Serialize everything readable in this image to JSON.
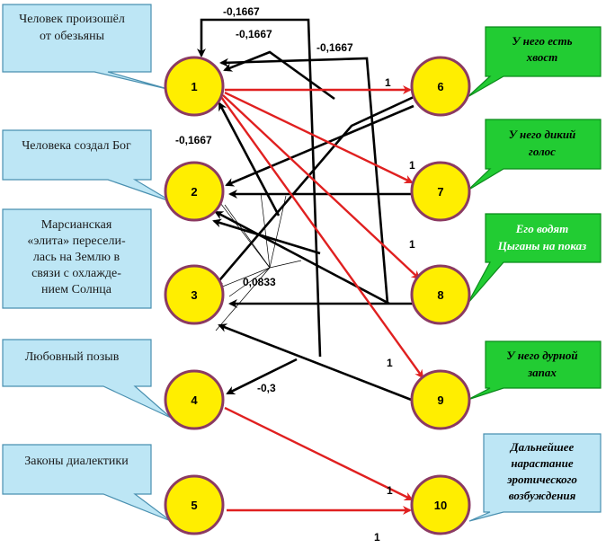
{
  "left_boxes": [
    {
      "id": "box-1",
      "lines": [
        "Человек произошёл",
        "от обезьяны"
      ]
    },
    {
      "id": "box-2",
      "lines": [
        "Человека создал Бог"
      ]
    },
    {
      "id": "box-3",
      "lines": [
        "Марсианская",
        "«элита» пересели-",
        "лась на Землю в",
        "связи с охлажде-",
        "нием Солнца"
      ]
    },
    {
      "id": "box-4",
      "lines": [
        "Любовный позыв"
      ]
    },
    {
      "id": "box-5",
      "lines": [
        "Законы диалектики"
      ]
    }
  ],
  "right_boxes": [
    {
      "id": "box-6",
      "lines": [
        "У него есть",
        "хвост"
      ]
    },
    {
      "id": "box-7",
      "lines": [
        "У него дикий",
        "голос"
      ]
    },
    {
      "id": "box-8",
      "lines": [
        "Его водят",
        "Цыганы на показ"
      ]
    },
    {
      "id": "box-9",
      "lines": [
        "У него дурной",
        "запах"
      ]
    },
    {
      "id": "box-10",
      "lines": [
        "Дальнейшее",
        "нарастание",
        "эротического",
        "возбуждения"
      ]
    }
  ],
  "nodes": [
    "1",
    "2",
    "3",
    "4",
    "5",
    "6",
    "7",
    "8",
    "9",
    "10"
  ],
  "weights": {
    "w_top1": "-0,1667",
    "w_top2": "-0,1667",
    "w_top3": "-0,1667",
    "w_left": "-0,1667",
    "w_mid": "0,0833",
    "w_4": "-0,3",
    "w_1_6": "1",
    "w_1_7": "1",
    "w_1_8": "1",
    "w_1_9": "1",
    "w_4_10": "1",
    "w_5_10": "1"
  },
  "colors": {
    "node_fill": "#ffee00",
    "node_stroke": "#8b3a62",
    "left_box_fill": "#bde6f5",
    "left_box_stroke": "#4a90b0",
    "right_box_fill": "#22cc33",
    "right_box_stroke": "#0a8a1a",
    "right_box_10_fill": "#bde6f5",
    "red_arrow": "#e02020",
    "black_arrow": "#000000"
  }
}
